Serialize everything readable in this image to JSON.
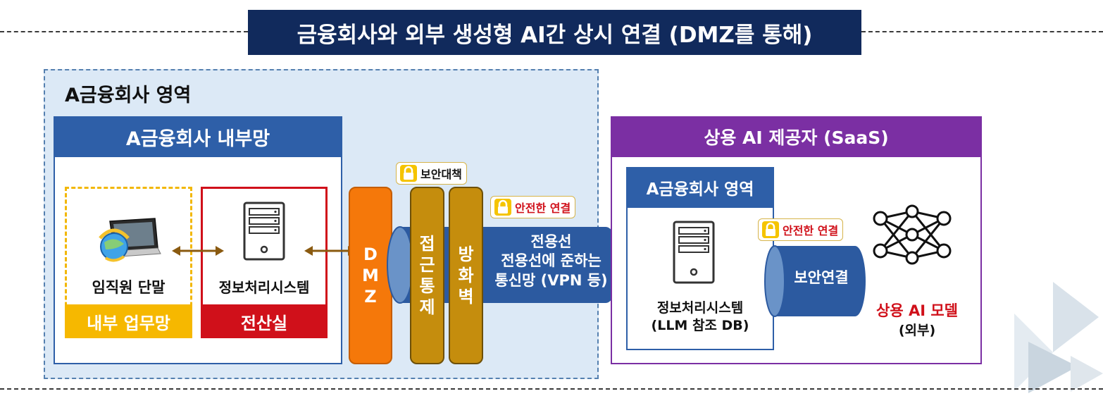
{
  "title": "금융회사와 외부 생성형  AI간 상시 연결 (DMZ를 통해)",
  "region_a": {
    "label": "A금융회사 영역",
    "internal_network": {
      "header": "A금융회사 내부망",
      "office": {
        "device_label": "임직원 단말",
        "footer": "내부 업무망"
      },
      "server_room": {
        "device_label": "정보처리시스템",
        "footer": "전산실"
      }
    },
    "dmz": [
      "D",
      "M",
      "Z"
    ],
    "access_control": [
      "접",
      "근",
      "통",
      "제"
    ],
    "firewall": [
      "방",
      "화",
      "벽"
    ],
    "security_badge": "보안대책",
    "safe_badge": "안전한 연결",
    "line": {
      "line1": "전용선",
      "line2": "전용선에 준하는",
      "line3": "통신망 (VPN 등)"
    }
  },
  "saas": {
    "header": "상용 AI 제공자 (SaaS)",
    "tenant": {
      "header": "A금융회사 영역",
      "server_line1": "정보처리시스템",
      "server_line2": "(LLM 참조 DB)"
    },
    "safe_badge": "안전한 연결",
    "secure_connection": "보안연결",
    "ai_model": {
      "label": "상용 AI 모델",
      "sub": "(외부)"
    }
  },
  "colors": {
    "title_bg": "#112a5c",
    "internal_blue": "#2e5fa8",
    "saas_purple": "#7b2fa3",
    "office_yellow": "#f6b800",
    "server_red": "#d0101a",
    "dmz_orange": "#f5780a",
    "control_gold": "#c58d0d",
    "tube_blue": "#2c5aa0",
    "arrow_brown": "#8a5a10"
  },
  "icons": {
    "terminal": "laptop-globe-icon",
    "server": "server-icon",
    "lock": "lock-icon",
    "neural_net": "neural-network-icon"
  }
}
